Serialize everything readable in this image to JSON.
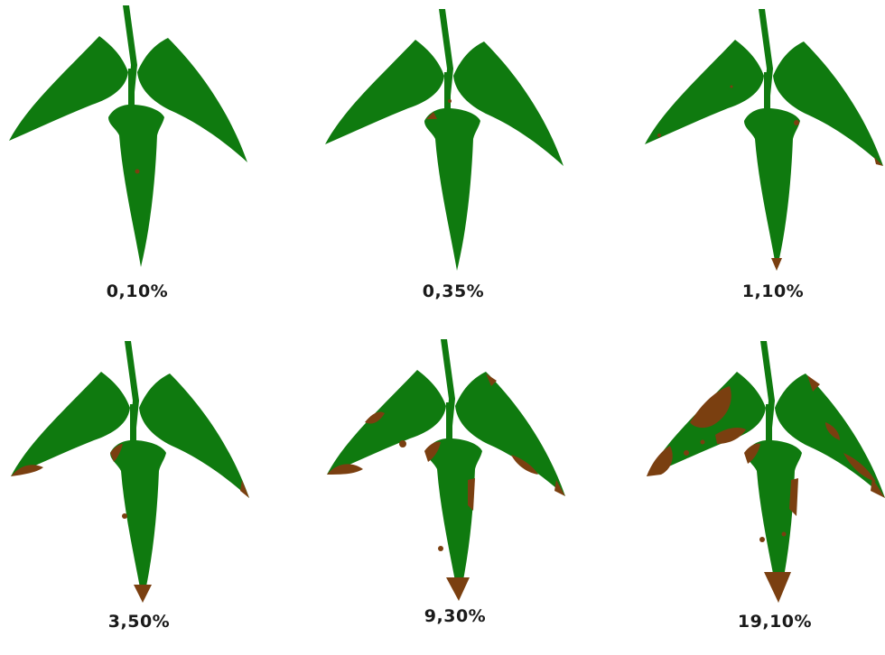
{
  "colors": {
    "healthy": "#0f7a0f",
    "lesion": "#7a3f10",
    "background": "#ffffff"
  },
  "panels": [
    {
      "label": "0,10%",
      "severity_percent": 0.1
    },
    {
      "label": "0,35%",
      "severity_percent": 0.35
    },
    {
      "label": "1,10%",
      "severity_percent": 1.1
    },
    {
      "label": "3,50%",
      "severity_percent": 3.5
    },
    {
      "label": "9,30%",
      "severity_percent": 9.3
    },
    {
      "label": "19,10%",
      "severity_percent": 19.1
    }
  ]
}
